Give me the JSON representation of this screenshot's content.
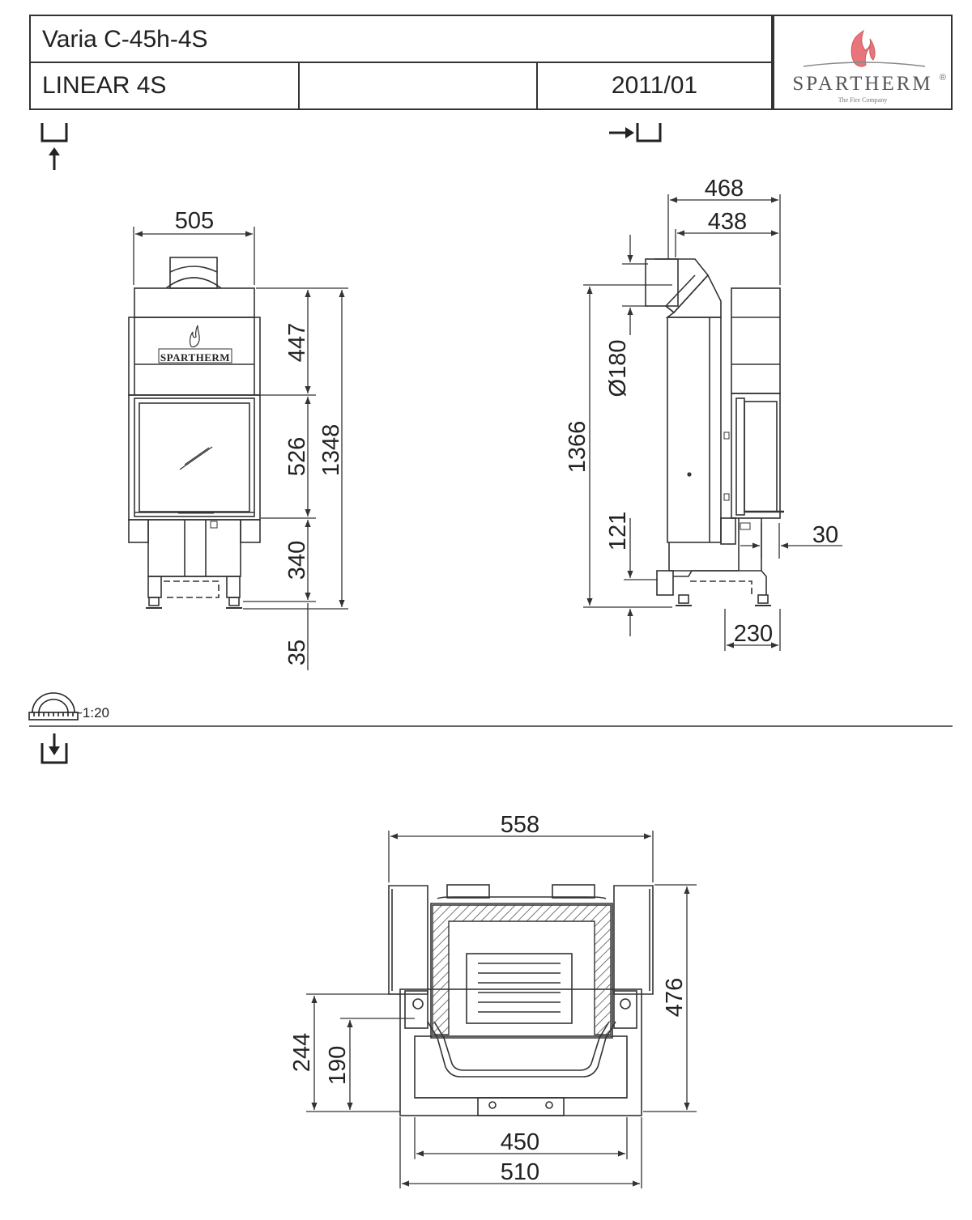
{
  "title_block": {
    "model": "Varia C-45h-4S",
    "series": "LINEAR 4S",
    "middle": "",
    "date": "2011/01",
    "brand": "SPARTHERM",
    "tagline": "The Fire Company",
    "registered": "®"
  },
  "front_view": {
    "width": "505",
    "h_top": "447",
    "h_window": "526",
    "h_bottom": "340",
    "h_feet": "35",
    "h_total": "1348",
    "plate_brand": "SPARTHERM"
  },
  "side_view": {
    "depth_outer": "468",
    "depth_inner": "438",
    "flue_diameter": "Ø180",
    "height_total": "1366",
    "h_air": "121",
    "offset": "30",
    "base_depth": "230"
  },
  "scale": {
    "label": "~1:20"
  },
  "plan_view": {
    "width_outer": "558",
    "depth": "476",
    "depth_244": "244",
    "depth_190": "190",
    "width_450": "450",
    "width_510": "510"
  },
  "colors": {
    "line": "#333333",
    "flame": "#e8757a",
    "hatch": "#555555"
  },
  "icons": [
    "front-view-icon",
    "side-view-icon",
    "scale-icon",
    "top-view-icon"
  ]
}
